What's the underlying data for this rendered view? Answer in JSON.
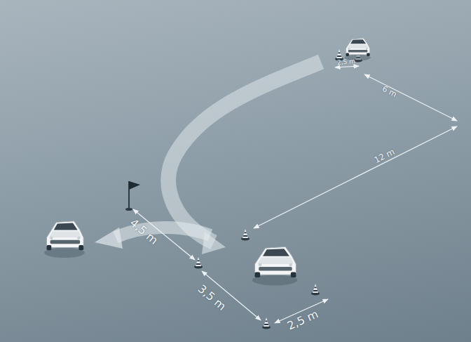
{
  "diagram": {
    "labels": [
      "2,5 m",
      "6 m",
      "12 m",
      "4,5 m",
      "3,5 m",
      "2,5 m"
    ]
  }
}
